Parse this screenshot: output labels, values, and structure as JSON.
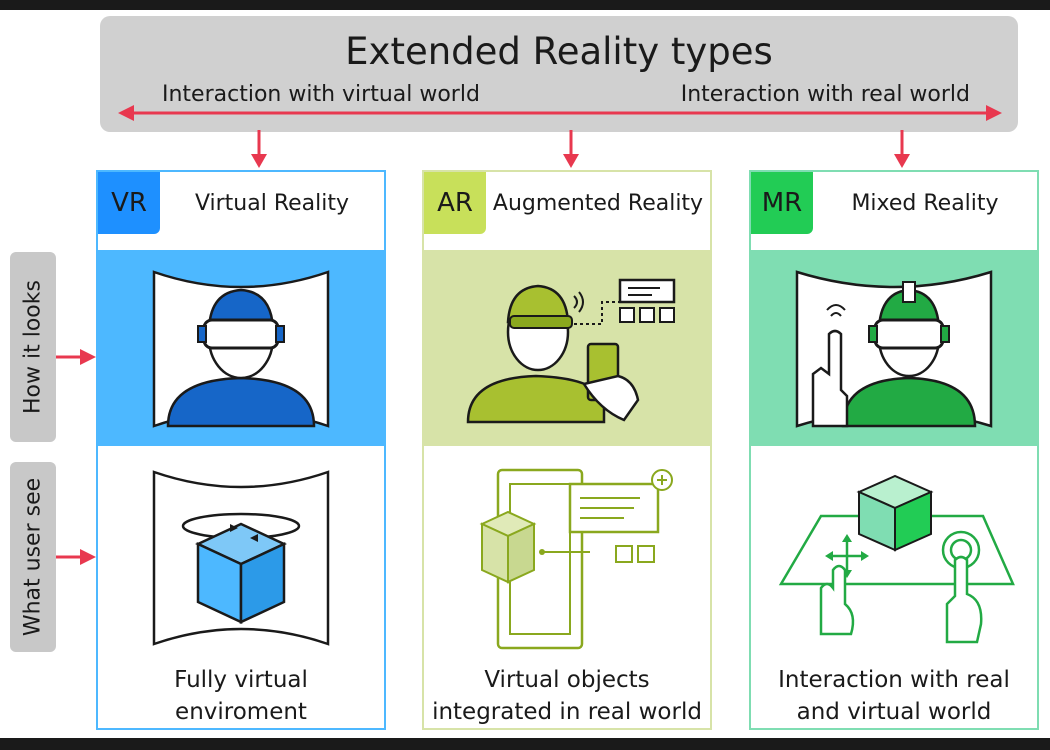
{
  "header": {
    "title": "Extended Reality types",
    "left_label": "Interaction with virtual world",
    "right_label": "Interaction with real world"
  },
  "side_labels": {
    "top": "How it looks",
    "bottom": "What user see"
  },
  "colors": {
    "arrow_red": "#e8384f",
    "vr_accent": "#1e90ff",
    "vr_band": "#4db8ff",
    "ar_accent": "#c8e05a",
    "ar_band": "#d7e3a8",
    "mr_accent": "#22cc55",
    "mr_band": "#7fddb2"
  },
  "columns": [
    {
      "abbr": "VR",
      "name": "Virtual Reality",
      "caption_line1": "Fully virtual",
      "caption_line2": "enviroment",
      "icon_top": "person-vr-headset-icon",
      "icon_bottom": "rotating-cube-icon"
    },
    {
      "abbr": "AR",
      "name": "Augmented Reality",
      "caption_line1": "Virtual objects",
      "caption_line2": "integrated in real world",
      "icon_top": "person-ar-glasses-phone-icon",
      "icon_bottom": "phone-overlay-cube-icon"
    },
    {
      "abbr": "MR",
      "name": "Mixed Reality",
      "caption_line1": "Interaction with real",
      "caption_line2": "and virtual world",
      "icon_top": "person-mr-headset-gesture-icon",
      "icon_bottom": "hands-table-cube-icon"
    }
  ]
}
